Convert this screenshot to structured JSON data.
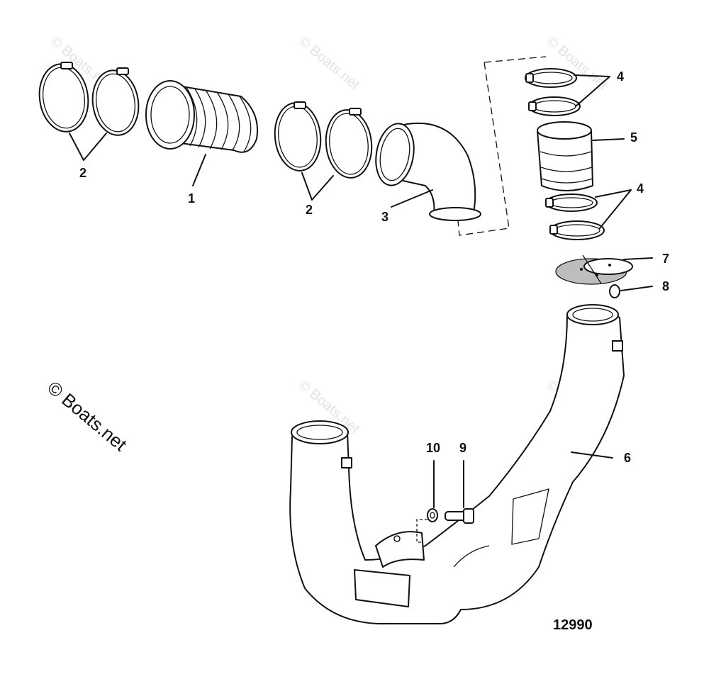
{
  "diagram": {
    "figure_number": "12990",
    "watermark": "© Boats.net",
    "callouts": {
      "c1": "1",
      "c2a": "2",
      "c2b": "2",
      "c3": "3",
      "c4a": "4",
      "c4b": "4",
      "c5": "5",
      "c6": "6",
      "c7": "7",
      "c8": "8",
      "c9": "9",
      "c10": "10"
    }
  }
}
